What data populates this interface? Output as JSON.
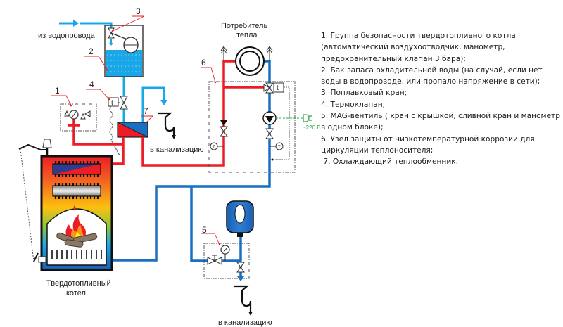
{
  "labels": {
    "water_supply": "из водопровода",
    "heat_consumer_line1": "Потребитель",
    "heat_consumer_line2": "тепла",
    "drain_top": "в канализацию",
    "drain_bottom": "в канализацию",
    "boiler_line1": "Твердотопливный",
    "boiler_line2": "котел",
    "power": "~220 В",
    "thermo_t": "t",
    "sensor_t": "T"
  },
  "callouts": [
    "1",
    "2",
    "3",
    "4",
    "5",
    "6",
    "7"
  ],
  "legend": [
    "1. Группа безопасности твердотопливного котла (автоматический воздухоотводчик, манометр, предохранительный клапан 3 бара);",
    "2. Бак запаса охладительной воды (на случай, если нет воды в водопроводе, или пропало напряжение в сети);",
    "3. Поплавковый кран;",
    "4. Термоклапан;",
    "5. MAG-вентиль ( кран с крышкой, сливной кран и манометр в одном блоке);",
    "6. Узел защиты от низкотемпературной коррозии для циркуляции теплоносителя;",
    " 7. Охлаждающий теплообменник."
  ],
  "colors": {
    "hot_pipe": "#ee1c25",
    "cold_pipe": "#1a6fc2",
    "supply_pipe": "#1aa7e8",
    "water": "#1aa7e8",
    "callout_line": "#e8202a",
    "power_line": "#2eaa4a"
  }
}
